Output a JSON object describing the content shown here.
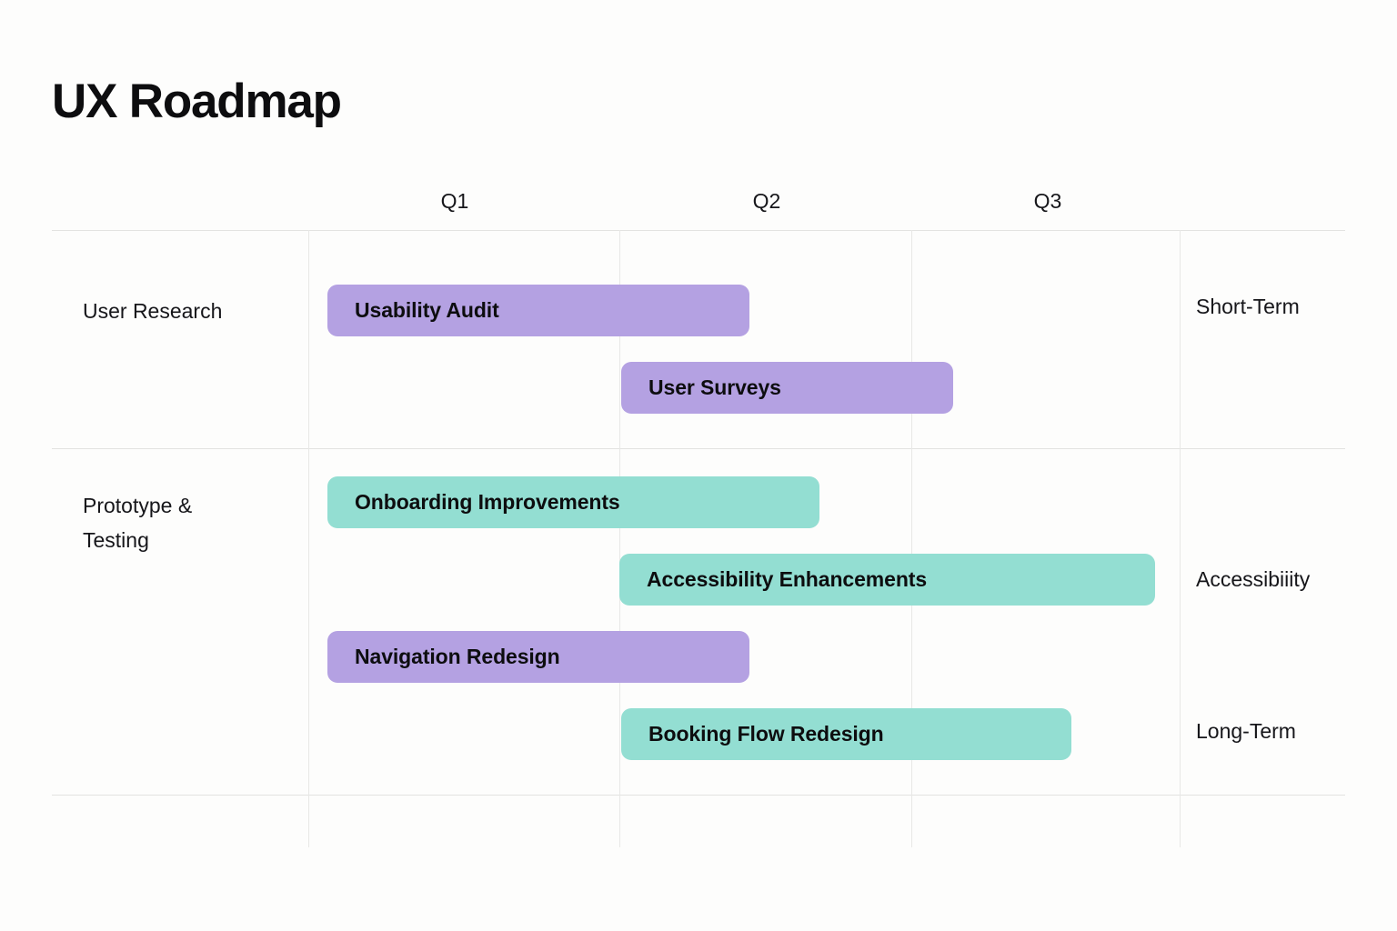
{
  "page": {
    "title": "UX Roadmap",
    "background_color": "#fdfdfc"
  },
  "chart_data": {
    "type": "bar",
    "title": "UX Roadmap",
    "subtype": "gantt-roadmap",
    "xlabel": "",
    "ylabel": "",
    "grid": true,
    "legend_position": "none",
    "categories": [
      "Q1",
      "Q2",
      "Q3"
    ],
    "axis_tick_labels": [
      "Q1",
      "Q2",
      "Q3"
    ],
    "swimlanes": [
      {
        "label": "User Research"
      },
      {
        "label": "Prototype &\nTesting"
      }
    ],
    "phase_labels": [
      {
        "label": "Short-Term"
      },
      {
        "label": "Accessibiiity"
      },
      {
        "label": "Long-Term"
      }
    ],
    "colors": {
      "purple": "#b4a1e2",
      "teal": "#93ded2",
      "gridline": "#e8e8e6",
      "divider": "#e3e3e1",
      "text": "#16161a"
    },
    "bars": [
      {
        "label": "Usability Audit",
        "swimlane": "User Research",
        "color": "#b4a1e2",
        "start_quarter": "Q1",
        "end_quarter": "Q2",
        "start": 1.0,
        "end": 2.36
      },
      {
        "label": "User Surveys",
        "swimlane": "User Research",
        "color": "#b4a1e2",
        "start_quarter": "Q2",
        "end_quarter": "Q3",
        "start": 2.0,
        "end": 3.14
      },
      {
        "label": "Onboarding Improvements",
        "swimlane": "Prototype & Testing",
        "color": "#93ded2",
        "start_quarter": "Q1",
        "end_quarter": "Q2",
        "start": 1.0,
        "end": 2.59
      },
      {
        "label": "Accessibility Enhancements",
        "swimlane": "Prototype & Testing",
        "color": "#93ded2",
        "start_quarter": "Q2",
        "end_quarter": "Q4",
        "start": 2.0,
        "end": 3.84
      },
      {
        "label": "Navigation Redesign",
        "swimlane": "Prototype & Testing",
        "color": "#b4a1e2",
        "start_quarter": "Q1",
        "end_quarter": "Q2",
        "start": 1.0,
        "end": 2.36
      },
      {
        "label": "Booking Flow Redesign",
        "swimlane": "Prototype & Testing",
        "color": "#93ded2",
        "start_quarter": "Q2",
        "end_quarter": "Q3",
        "start": 2.0,
        "end": 3.55
      }
    ]
  }
}
